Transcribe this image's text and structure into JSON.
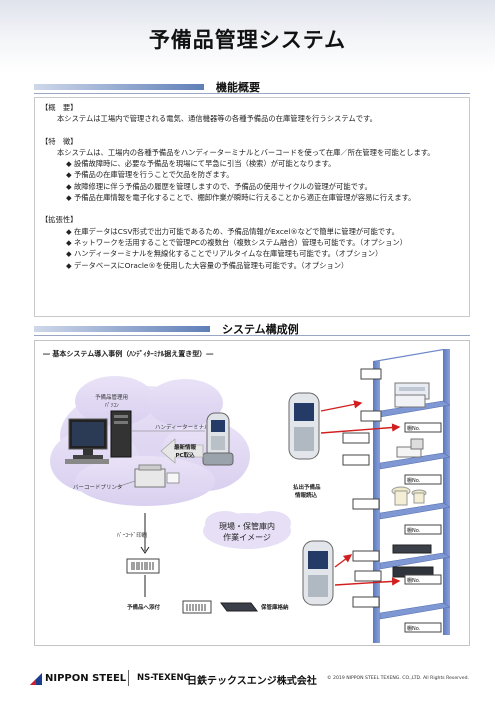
{
  "page_title": "予備品管理システム",
  "sections": {
    "overview_title": "機能概要",
    "system_title": "システム構成例"
  },
  "overview": {
    "gaiyo_head": "【概　要】",
    "gaiyo_text": "本システムは工場内で管理される電気、通信機器等の各種予備品の在庫管理を行うシステムです。",
    "tokucho_head": "【特　徴】",
    "tokucho_text": "本システムは、工場内の各種予備品をハンディーターミナルとバーコードを使って在庫／所在管理を可能とします。",
    "tokucho_items": [
      "設備故障時に、必要な予備品を現場にて早急に引当（検索）が可能となります。",
      "予備品の在庫管理を行うことで欠品を防ぎます。",
      "故障修理に伴う予備品の履歴を管理しますので、予備品の使用サイクルの管理が可能です。",
      "予備品在庫情報を電子化することで、棚卸作業が瞬時に行えることから適正在庫管理が容易に行えます。"
    ],
    "kakucho_head": "【拡張性】",
    "kakucho_items": [
      "在庫データはCSV形式で出力可能であるため、予備品情報がExcel®などで簡単に管理が可能です。",
      "ネットワークを活用することで管理PCの複数台（複数システム融合）管理も可能です。（オプション）",
      "ハンディーターミナルを無線化することでリアルタイムな在庫管理も可能です。（オプション）",
      "データベースにOracle®を使用した大容量の予備品管理も可能です。（オプション）"
    ],
    "bullet": "◆"
  },
  "diagram": {
    "heading": "― 基本システム導入事例（ﾊﾝﾃﾞｨﾀｰﾐﾅﾙ据え置き型）―",
    "pc_label_1": "予備品管理用",
    "pc_label_2": "ﾊﾟｿｺﾝ",
    "handy_label": "ハンディーターミナル",
    "transfer_label_1": "最新情報",
    "transfer_label_2": "PC取込",
    "printer_label": "バーコードプリンタ",
    "barcode_print_label": "ﾊﾞｰｺｰﾄﾞ印刷",
    "attach_label": "予備品へ添付",
    "storage_label": "保管庫格納",
    "issue_label_1": "払出予備品",
    "issue_label_2": "情報読込",
    "cloud_label_1": "現場・保管庫内",
    "cloud_label_2": "作業イメージ",
    "shelf_tags": [
      "棚No.",
      "棚No.",
      "棚No.",
      "棚No.",
      "棚No."
    ]
  },
  "footer": {
    "nippon_steel": "NIPPON STEEL",
    "ns_texeng": "NS-TEXENG",
    "company": "日鉄テックスエンジ株式会社",
    "copyright": "© 2019 NIPPON STEEL TEXENG. CO.,LTD. All Rights Reserved."
  }
}
